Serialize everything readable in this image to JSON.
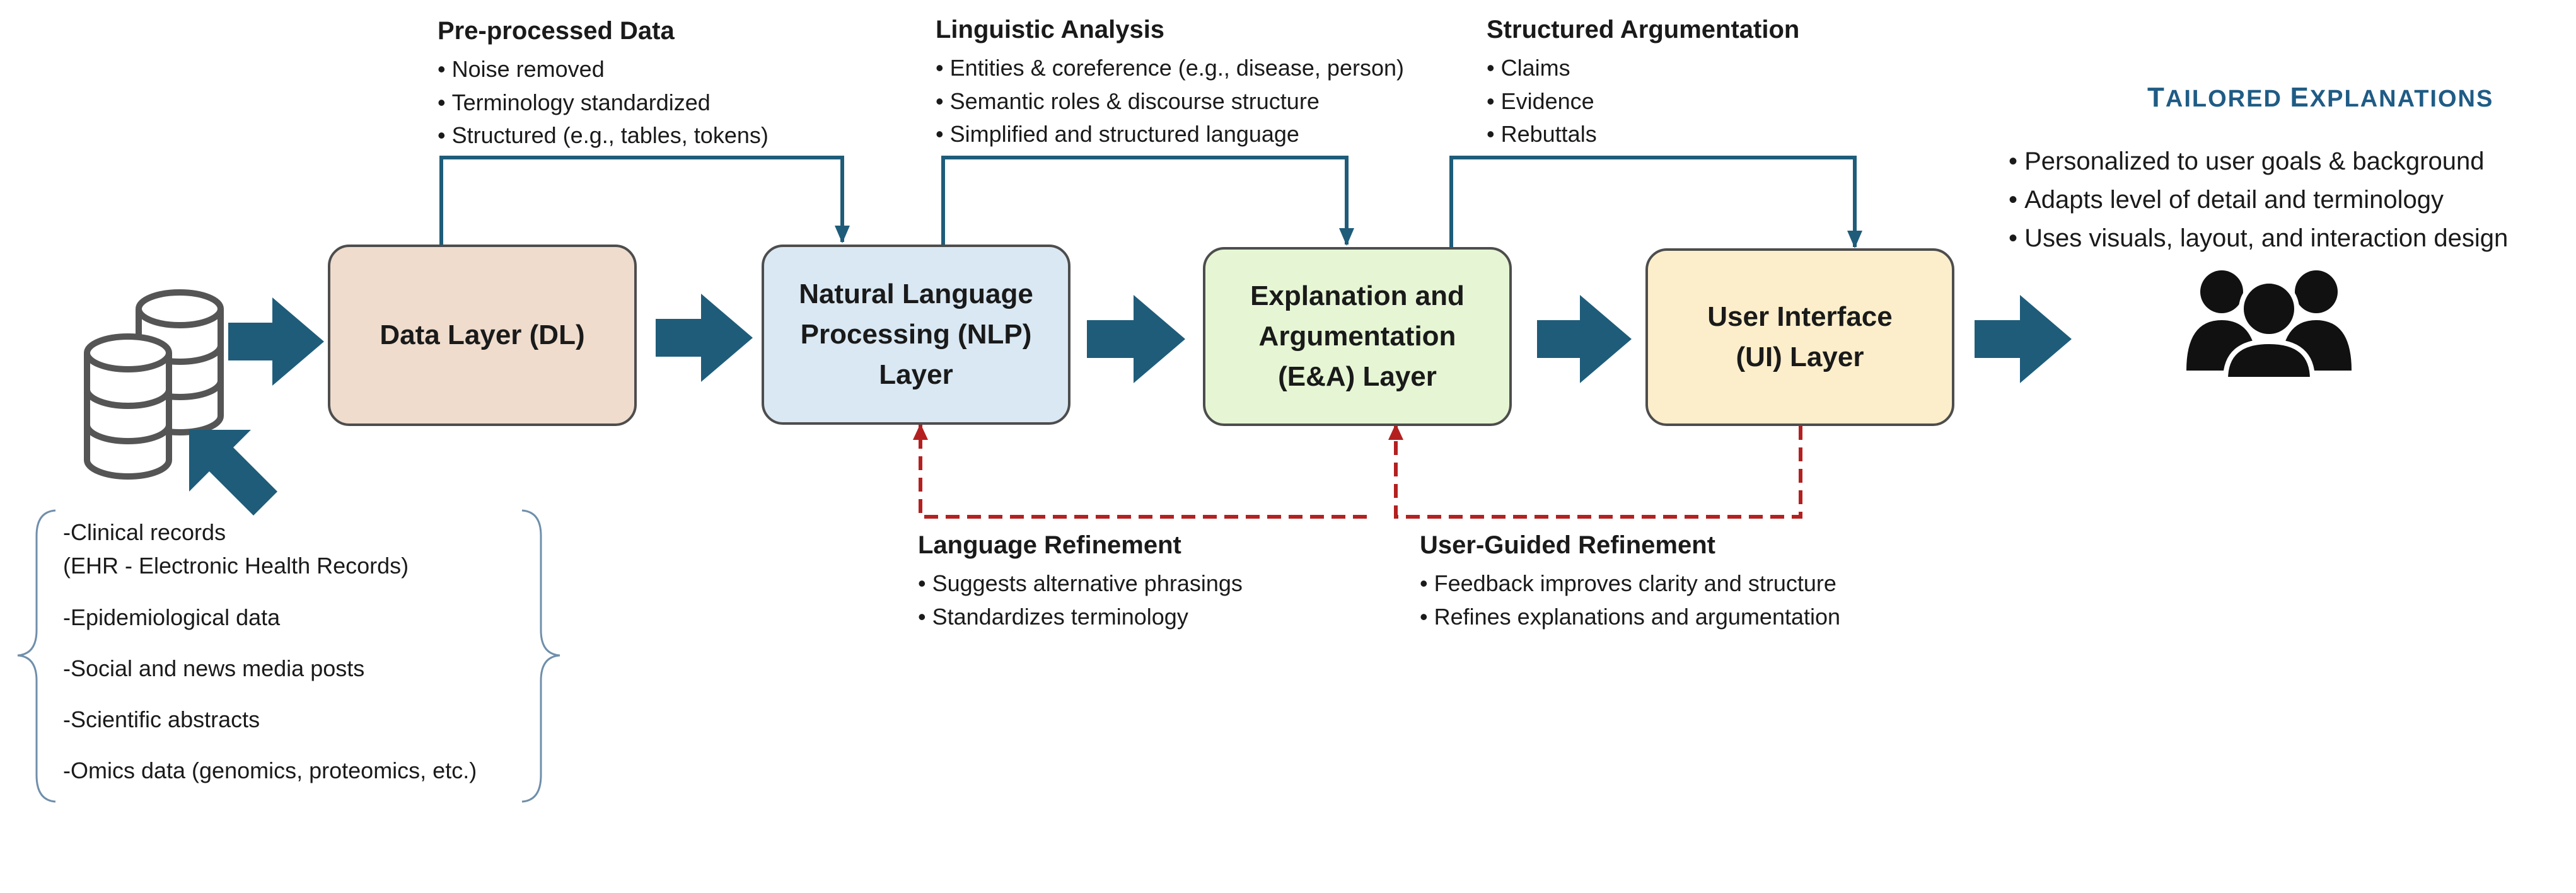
{
  "layers": {
    "dl": "Data Layer (DL)",
    "nlp": [
      "Natural Language",
      "Processing (NLP)",
      "Layer"
    ],
    "ea": [
      "Explanation and",
      "Argumentation",
      "(E&A) Layer"
    ],
    "ui": [
      "User Interface",
      "(UI) Layer"
    ]
  },
  "preprocessed": {
    "title": "Pre-processed Data",
    "items": [
      "Noise removed",
      "Terminology standardized",
      "Structured (e.g., tables, tokens)"
    ]
  },
  "linguistic": {
    "title": "Linguistic Analysis",
    "items": [
      "Entities & coreference (e.g., disease, person)",
      "Semantic roles & discourse structure",
      "Simplified and structured language"
    ]
  },
  "structured": {
    "title": "Structured Argumentation",
    "items": [
      "Claims",
      "Evidence",
      "Rebuttals"
    ]
  },
  "tailored": {
    "title_first": "T",
    "title_rest1": "AILORED ",
    "title_e": "E",
    "title_rest2": "XPLANATIONS",
    "items": [
      "Personalized to user goals & background",
      "Adapts level of detail and terminology",
      "Uses visuals, layout, and interaction design"
    ]
  },
  "language_refinement": {
    "title": "Language Refinement",
    "items": [
      "Suggests alternative phrasings",
      "Standardizes terminology"
    ]
  },
  "user_refinement": {
    "title": "User-Guided Refinement",
    "items": [
      "Feedback improves clarity and structure",
      "Refines explanations and argumentation"
    ]
  },
  "sources": [
    "-Clinical records",
    "(EHR - Electronic Health Records)",
    "-Epidemiological data",
    "-Social and news media posts",
    "-Scientific abstracts",
    "-Omics data (genomics, proteomics, etc.)"
  ],
  "icons": {
    "database": "database-icon",
    "users": "user-group-icon"
  },
  "colors": {
    "arrow": "#1f5c7a",
    "feedback": "#b42020",
    "dl_fill": "#efdccd",
    "nlp_fill": "#d9e8f3",
    "ea_fill": "#e6f6d4",
    "ui_fill": "#fdeecb",
    "title_blue": "#1f5c85"
  }
}
